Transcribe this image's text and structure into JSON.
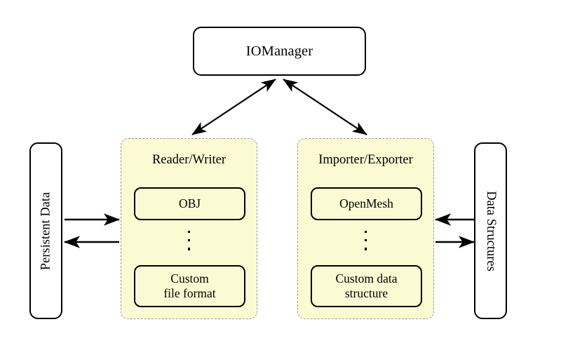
{
  "diagram": {
    "title_node": {
      "label": "IOManager"
    },
    "groups": [
      {
        "id": "reader-writer",
        "title": "Reader/Writer",
        "items": [
          {
            "label": "OBJ"
          },
          {
            "label": "Custom\nfile format"
          }
        ],
        "ellipsis": "⋮"
      },
      {
        "id": "importer-exporter",
        "title": "Importer/Exporter",
        "items": [
          {
            "label": "OpenMesh"
          },
          {
            "label": "Custom data\nstructure"
          }
        ],
        "ellipsis": "⋮"
      }
    ],
    "endpoints": {
      "left": {
        "label": "Persistent Data"
      },
      "right": {
        "label": "Data Structures"
      }
    },
    "connections": [
      {
        "id": "manager-to-reader-writer",
        "from": "IOManager",
        "to": "Reader/Writer",
        "style": "double-headed-diagonal"
      },
      {
        "id": "manager-to-importer-exporter",
        "from": "IOManager",
        "to": "Importer/Exporter",
        "style": "double-headed-diagonal"
      },
      {
        "id": "persistent-to-reader",
        "from": "Persistent Data",
        "to": "Reader/Writer",
        "style": "arrow-right"
      },
      {
        "id": "writer-to-persistent",
        "from": "Reader/Writer",
        "to": "Persistent Data",
        "style": "arrow-left"
      },
      {
        "id": "structures-to-importer",
        "from": "Data Structures",
        "to": "Importer/Exporter",
        "style": "arrow-left"
      },
      {
        "id": "exporter-to-structures",
        "from": "Importer/Exporter",
        "to": "Data Structures",
        "style": "arrow-right"
      }
    ],
    "colors": {
      "panel_fill": "#FBFAD2",
      "panel_border": "#9A9A93",
      "node_border": "#000000",
      "node_fill": "#FFFFFF",
      "background": "#FFFFFF"
    }
  }
}
